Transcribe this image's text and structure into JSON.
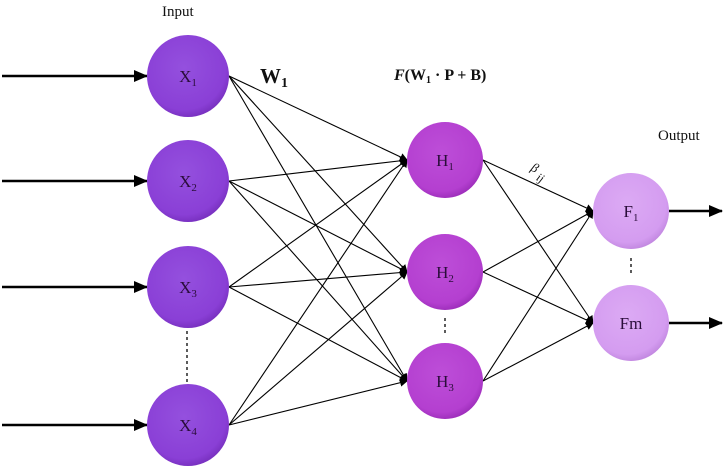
{
  "labels": {
    "input": "Input",
    "output": "Output",
    "weights": "W",
    "weights_sub": "1",
    "activation_func": "F",
    "activation_rest_open": "(W",
    "activation_sub": "1",
    "activation_rest": " · P + B)",
    "beta": "β",
    "beta_sub": "ij"
  },
  "layers": {
    "input": {
      "color": "#8a3fd6",
      "nodes": [
        {
          "id": "x1",
          "main": "X",
          "sub": "1"
        },
        {
          "id": "x2",
          "main": "X",
          "sub": "2"
        },
        {
          "id": "x3",
          "main": "X",
          "sub": "3"
        },
        {
          "id": "x4",
          "main": "X",
          "sub": "4"
        }
      ]
    },
    "hidden": {
      "color": "#b43fd0",
      "nodes": [
        {
          "id": "h1",
          "main": "H",
          "sub": "1"
        },
        {
          "id": "h2",
          "main": "H",
          "sub": "2"
        },
        {
          "id": "h3",
          "main": "H",
          "sub": "3"
        }
      ]
    },
    "output": {
      "color": "#d49cf0",
      "nodes": [
        {
          "id": "f1",
          "main": "F",
          "sub": "1"
        },
        {
          "id": "fm",
          "main": "Fm",
          "sub": ""
        }
      ]
    }
  }
}
